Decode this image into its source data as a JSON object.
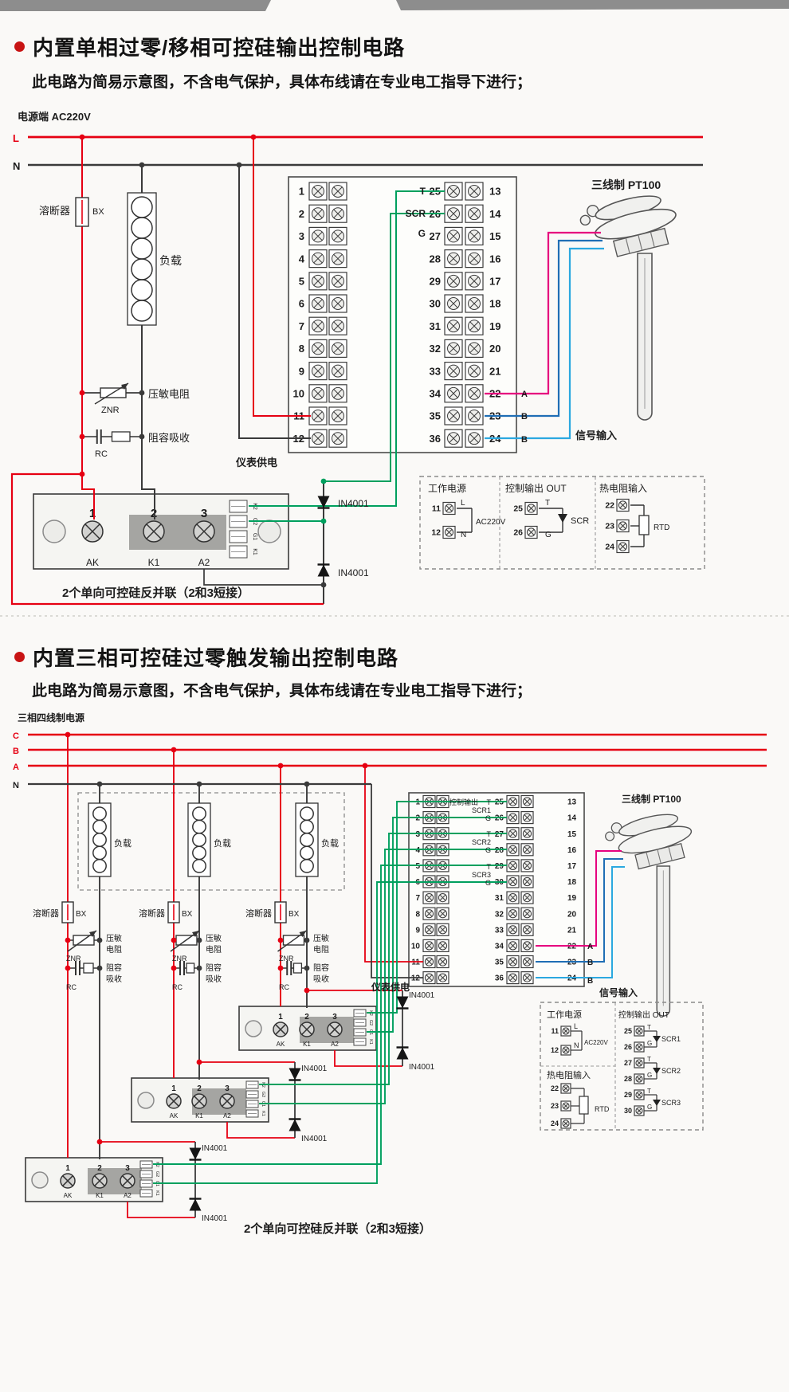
{
  "common": {
    "fuse": "溶断器",
    "fuse_code": "BX",
    "load": "负载",
    "znr": "压敏电阻",
    "znr_code": "ZNR",
    "rc": "阻容吸收",
    "rc_code": "RC",
    "diode": "IN4001",
    "pt100": "三线制 PT100",
    "signal": "信号输入",
    "meter_power": "仪表供电",
    "caption": "2个单向可控硅反并联（2和3短接）",
    "module_nums": [
      "1",
      "2",
      "3"
    ],
    "module_labels": [
      "AK",
      "K1",
      "A2"
    ],
    "module_side": [
      "K2",
      "G2",
      "G1",
      "K1"
    ]
  },
  "terminals": {
    "left": [
      "1",
      "2",
      "3",
      "4",
      "5",
      "6",
      "7",
      "8",
      "9",
      "10",
      "11",
      "12"
    ],
    "mid": [
      "25",
      "26",
      "27",
      "28",
      "29",
      "30",
      "31",
      "32",
      "33",
      "34",
      "35",
      "36"
    ],
    "right": [
      "13",
      "14",
      "15",
      "16",
      "17",
      "18",
      "19",
      "20",
      "21",
      "22",
      "23",
      "24"
    ]
  },
  "s1": {
    "title": "内置单相过零/移相可控硅输出控制电路",
    "subtitle": "此电路为简易示意图，不含电气保护，具体布线请在专业电工指导下进行；",
    "power_label": "电源端  AC220V",
    "phase_l": "L",
    "phase_n": "N",
    "strip": {
      "t": "T",
      "scr": "SCR",
      "g": "G"
    },
    "wires": [
      "A",
      "B",
      "B"
    ],
    "legend": {
      "work": "工作电源",
      "l": "L",
      "n": "N",
      "ac": "AC220V",
      "out": "控制输出 OUT",
      "t": "T",
      "g": "G",
      "scr": "SCR",
      "rtd_title": "热电阻输入",
      "rtd": "RTD"
    }
  },
  "s2": {
    "title": "内置三相可控硅过零触发输出控制电路",
    "subtitle": "此电路为简易示意图，不含电气保护，具体布线请在专业电工指导下进行；",
    "power_label": "三相四线制电源",
    "phases": [
      "C",
      "B",
      "A",
      "N"
    ],
    "ctrl_label": "控制输出",
    "strip": {
      "t": "T",
      "g": "G",
      "scrs": [
        "SCR1",
        "SCR2",
        "SCR3"
      ]
    },
    "wires": [
      "A",
      "B",
      "B"
    ],
    "legend": {
      "work": "工作电源",
      "l": "L",
      "n": "N",
      "ac": "AC220V",
      "out": "控制输出 OUT",
      "t": "T",
      "g": "G",
      "scrs": [
        "SCR1",
        "SCR2",
        "SCR3"
      ],
      "rtd_title": "热电阻输入",
      "rtd": "RTD"
    }
  }
}
